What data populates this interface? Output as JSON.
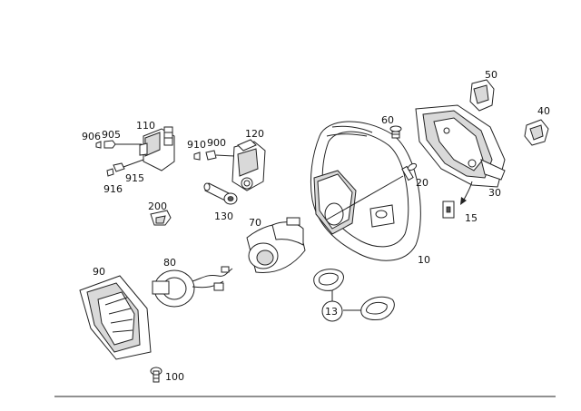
{
  "diagram": {
    "labels": {
      "l906": "906",
      "l905": "905",
      "l110": "110",
      "l915": "915",
      "l916": "916",
      "l910": "910",
      "l900": "900",
      "l120": "120",
      "l130": "130",
      "l200": "200",
      "l70": "70",
      "l80": "80",
      "l90": "90",
      "l100": "100",
      "l60": "60",
      "l50": "50",
      "l40": "40",
      "l20": "20",
      "l30": "30",
      "l15": "15",
      "l10": "10",
      "l13": "13"
    }
  }
}
